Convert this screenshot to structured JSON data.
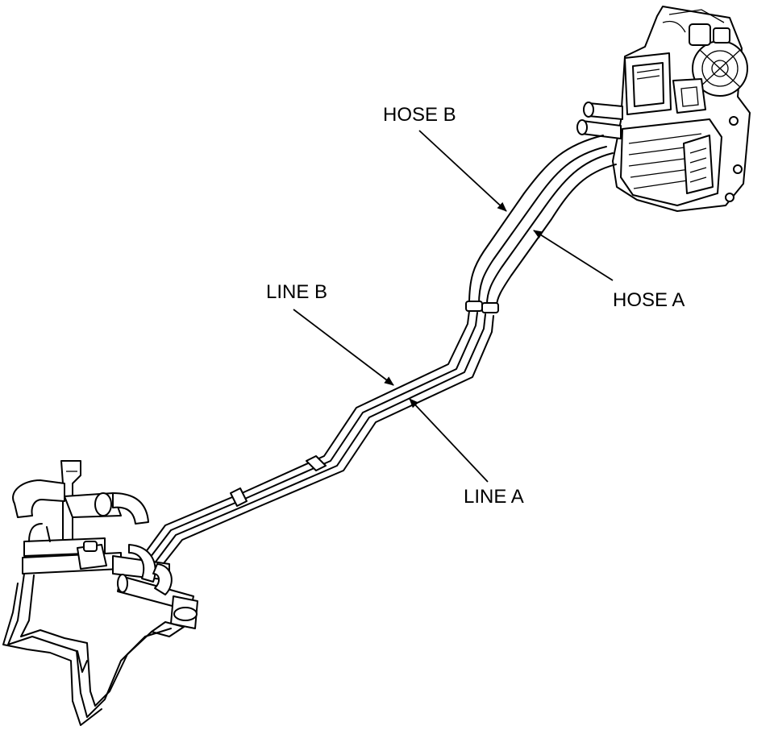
{
  "labels": {
    "hose_b": "HOSE B",
    "hose_a": "HOSE A",
    "line_b": "LINE B",
    "line_a": "LINE A"
  },
  "colors": {
    "line_art": "#000000",
    "background": "#ffffff"
  }
}
